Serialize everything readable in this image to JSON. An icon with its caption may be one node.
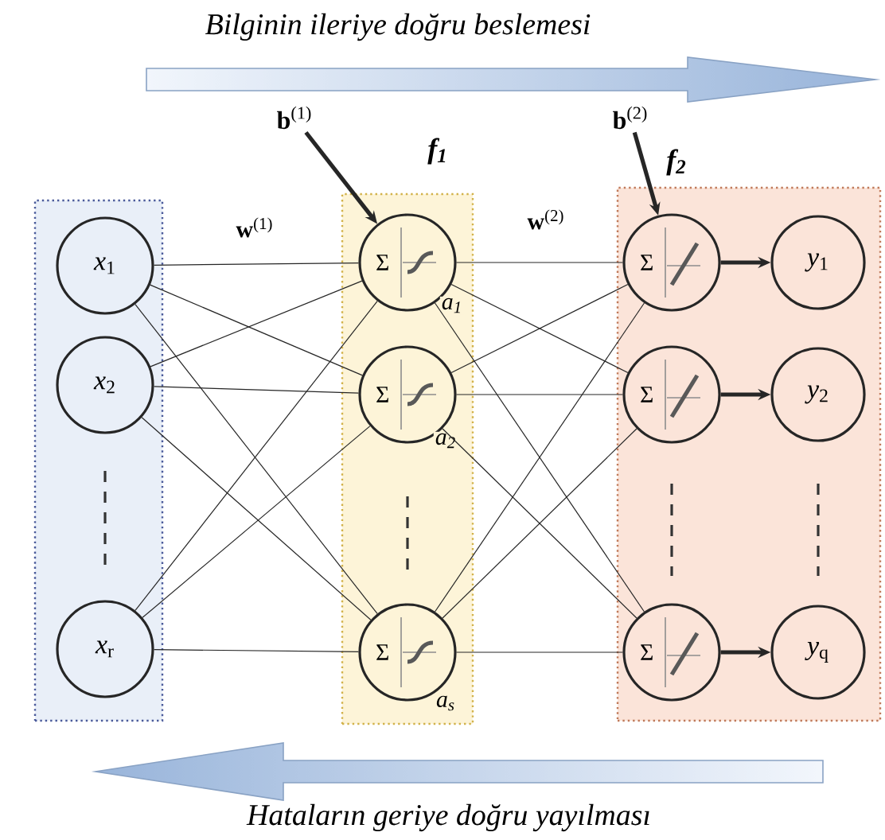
{
  "diagram": {
    "nodes": [
      {
        "text": [],
        "shape": "box"
      },
      {
        "text": [
          "*x*$_{1}$"
        ],
        "in": 0
      },
      {
        "text": [
          "*x*$_{2}$"
        ],
        "in": 0
      },
      {
        "text": [
          "*x*$_{r}$"
        ],
        "in": 0
      },
      {
        "text": [
          "f$_{1}$"
        ]
      },
      {
        "text": [
          "Σ"
        ],
        "beside": [
          "a$_{1}$"
        ],
        "in": 4
      },
      {
        "text": [
          "Σ"
        ],
        "beside": [
          "a$_{2}$"
        ],
        "in": 4
      },
      {
        "text": [
          "Σ"
        ],
        "beside": [
          "a$_{s}$"
        ],
        "in": 4
      },
      {
        "text": [
          "f$_{2}$"
        ]
      },
      {
        "text": [
          "Σ"
        ],
        "in": 8
      },
      {
        "text": [
          "Σ"
        ],
        "in": 8
      },
      {
        "text": [
          "Σ"
        ],
        "in": 8
      },
      {
        "text": [
          "*y*$_{1}$"
        ],
        "in": 8
      },
      {
        "text": [
          "*y*$_{2}$"
        ],
        "in": 8
      },
      {
        "text": [
          "*y*$_{q}$"
        ],
        "in": 8
      },
      {
        "text": [
          "**b**$^{(1)}$"
        ]
      },
      {
        "text": [
          "**b**$^{(2)}$"
        ]
      }
    ],
    "edges": [
      {
        "from": 1,
        "to": 5,
        "arrow": "none"
      },
      {
        "from": 1,
        "to": 6,
        "arrow": "none"
      },
      {
        "from": 1,
        "to": 7,
        "arrow": "none"
      },
      {
        "from": 2,
        "to": 5,
        "arrow": "none"
      },
      {
        "from": 2,
        "to": 6,
        "arrow": "none"
      },
      {
        "from": 2,
        "to": 7,
        "arrow": "none"
      },
      {
        "from": 3,
        "to": 5,
        "arrow": "none"
      },
      {
        "from": 3,
        "to": 6,
        "arrow": "none"
      },
      {
        "from": 3,
        "to": 7,
        "arrow": "none"
      },
      {
        "from": 5,
        "to": 9,
        "arrow": "none"
      },
      {
        "from": 5,
        "to": 10,
        "arrow": "none"
      },
      {
        "from": 5,
        "to": 11,
        "arrow": "none"
      },
      {
        "from": 6,
        "to": 9,
        "arrow": "none"
      },
      {
        "from": 6,
        "to": 10,
        "arrow": "none"
      },
      {
        "from": 6,
        "to": 11,
        "arrow": "none"
      },
      {
        "from": 7,
        "to": 9,
        "arrow": "none"
      },
      {
        "from": 7,
        "to": 10,
        "arrow": "none"
      },
      {
        "from": 7,
        "to": 11,
        "arrow": "none"
      },
      {
        "from": 9,
        "to": 12,
        "arrow": "to",
        "style": "thick"
      },
      {
        "from": 10,
        "to": 13,
        "arrow": "to",
        "style": "thick"
      },
      {
        "from": 11,
        "to": 14,
        "arrow": "to",
        "style": "thick"
      },
      {
        "from": 15,
        "to": 5,
        "arrow": "to",
        "style": "thick"
      },
      {
        "from": 16,
        "to": 9,
        "arrow": "to",
        "style": "thick"
      }
    ],
    "labels": [
      "Bilginin ileriye doğru beslemesi",
      "**w**$^{(1)}$",
      "**w**$^{(2)}$",
      "Hataların geriye doğru yayılması"
    ]
  }
}
